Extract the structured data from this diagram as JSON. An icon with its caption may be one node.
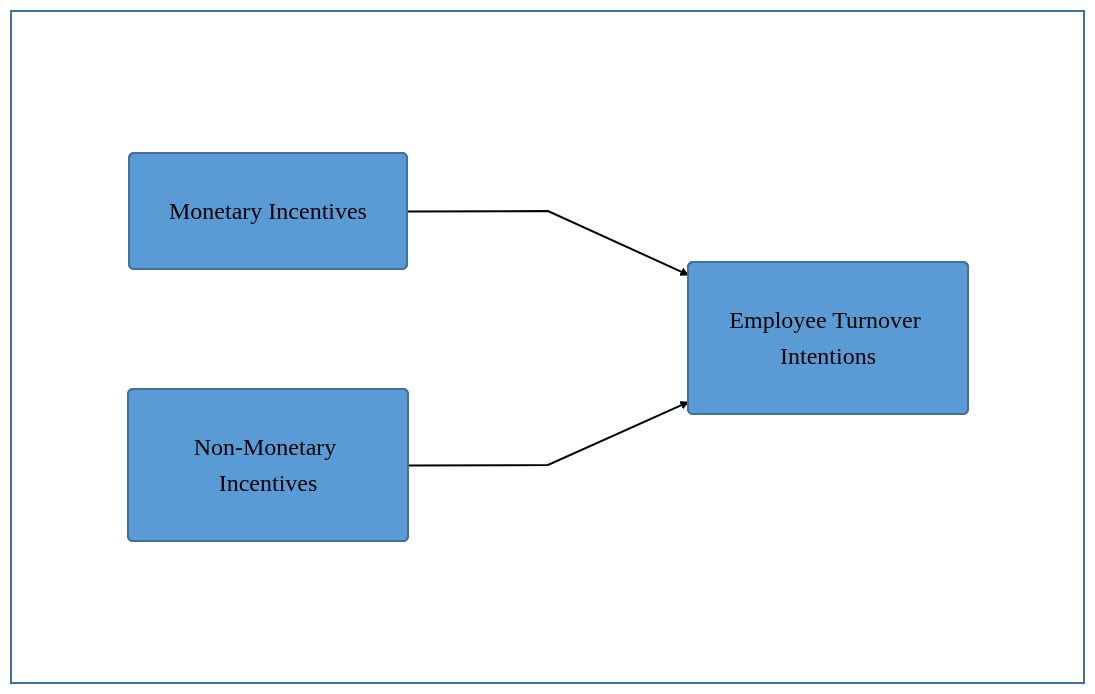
{
  "diagram": {
    "nodes": [
      {
        "text": [
          "Monetary Incentives"
        ]
      },
      {
        "text": [
          "Non-Monetary Incentives"
        ]
      },
      {
        "text": [
          "Employee Turnover Intentions"
        ]
      }
    ],
    "edges": [
      {
        "from": 0,
        "to": 2,
        "arrow": "to"
      },
      {
        "from": 1,
        "to": 2,
        "arrow": "to"
      }
    ]
  }
}
